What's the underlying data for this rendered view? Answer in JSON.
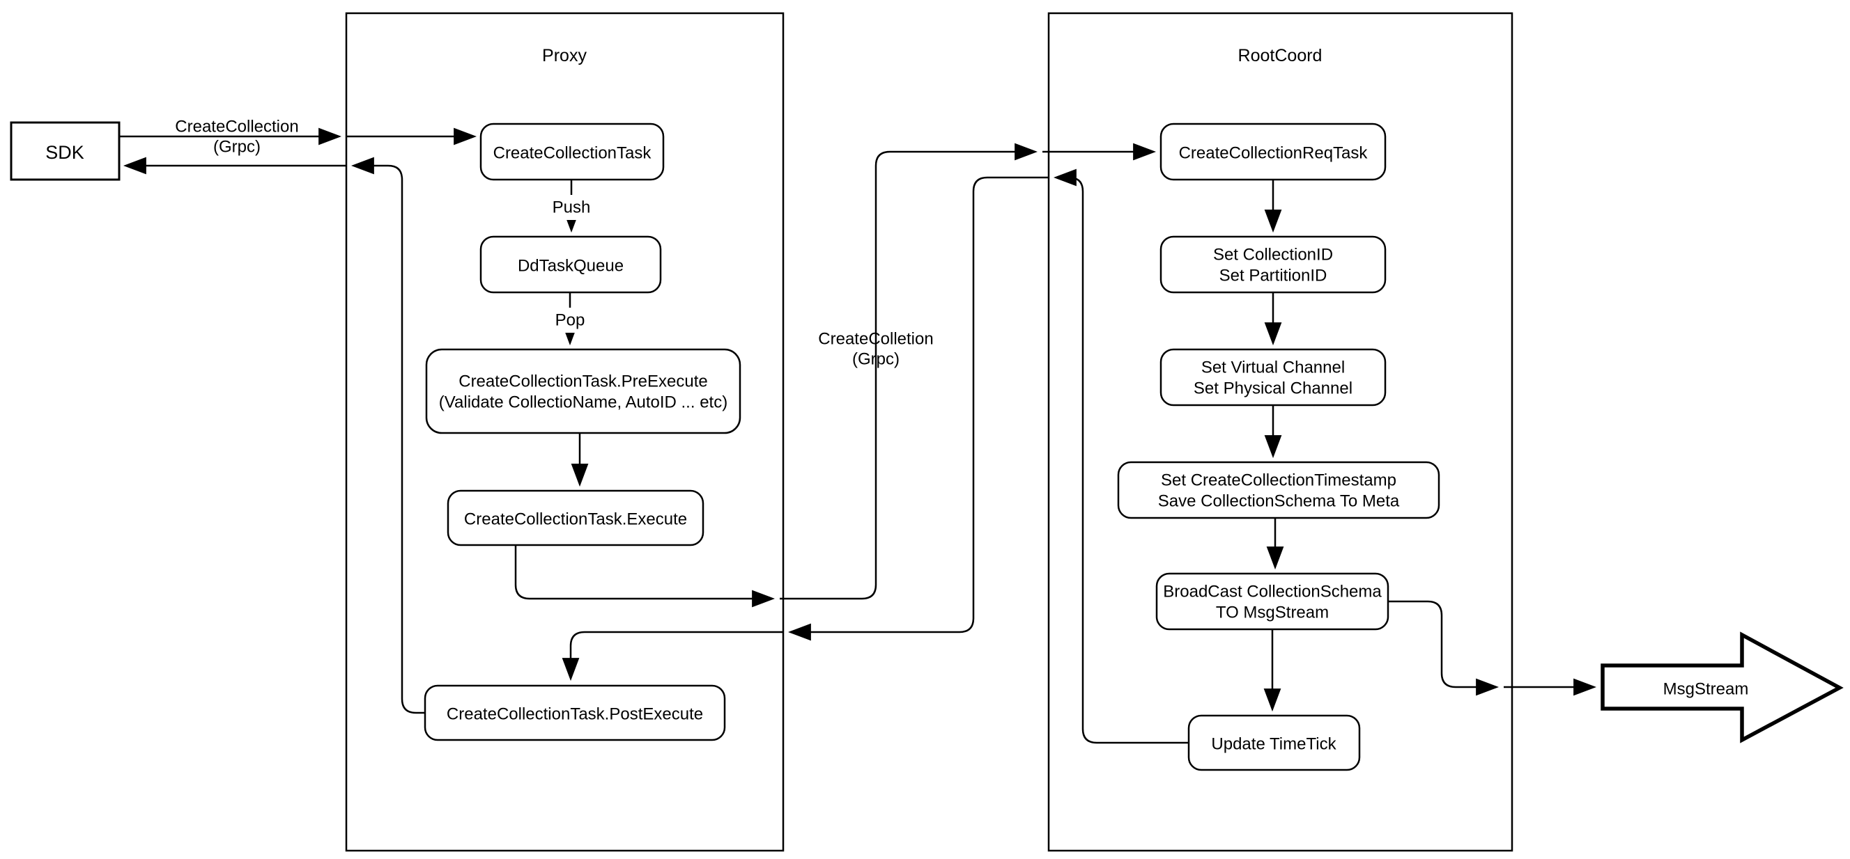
{
  "diagram": {
    "sdk": {
      "label": "SDK"
    },
    "proxy": {
      "title": "Proxy",
      "nodes": {
        "createCollectionTask": {
          "label": "CreateCollectionTask"
        },
        "ddTaskQueue": {
          "label": "DdTaskQueue"
        },
        "preExecute": {
          "line1": "CreateCollectionTask.PreExecute",
          "line2": "(Validate CollectioName, AutoID ... etc)"
        },
        "execute": {
          "label": "CreateCollectionTask.Execute"
        },
        "postExecute": {
          "label": "CreateCollectionTask.PostExecute"
        }
      }
    },
    "rootcoord": {
      "title": "RootCoord",
      "nodes": {
        "reqTask": {
          "label": "CreateCollectionReqTask"
        },
        "setIds": {
          "line1": "Set CollectionID",
          "line2": "Set PartitionID"
        },
        "setChannels": {
          "line1": "Set Virtual Channel",
          "line2": "Set Physical Channel"
        },
        "setTimestamp": {
          "line1": "Set CreateCollectionTimestamp",
          "line2": "Save CollectionSchema To Meta"
        },
        "broadcast": {
          "line1": "BroadCast CollectionSchema",
          "line2": "TO MsgStream"
        },
        "updateTimeTick": {
          "label": "Update TimeTick"
        }
      }
    },
    "msgStream": {
      "label": "MsgStream"
    },
    "edgeLabels": {
      "sdkToProxy": {
        "line1": "CreateCollection",
        "line2": "(Grpc)"
      },
      "push": "Push",
      "pop": "Pop",
      "proxyToRootcoord": {
        "line1": "CreateColletion",
        "line2": "(Grpc)"
      }
    },
    "colors": {
      "stroke": "#000000",
      "fill": "#ffffff"
    }
  }
}
